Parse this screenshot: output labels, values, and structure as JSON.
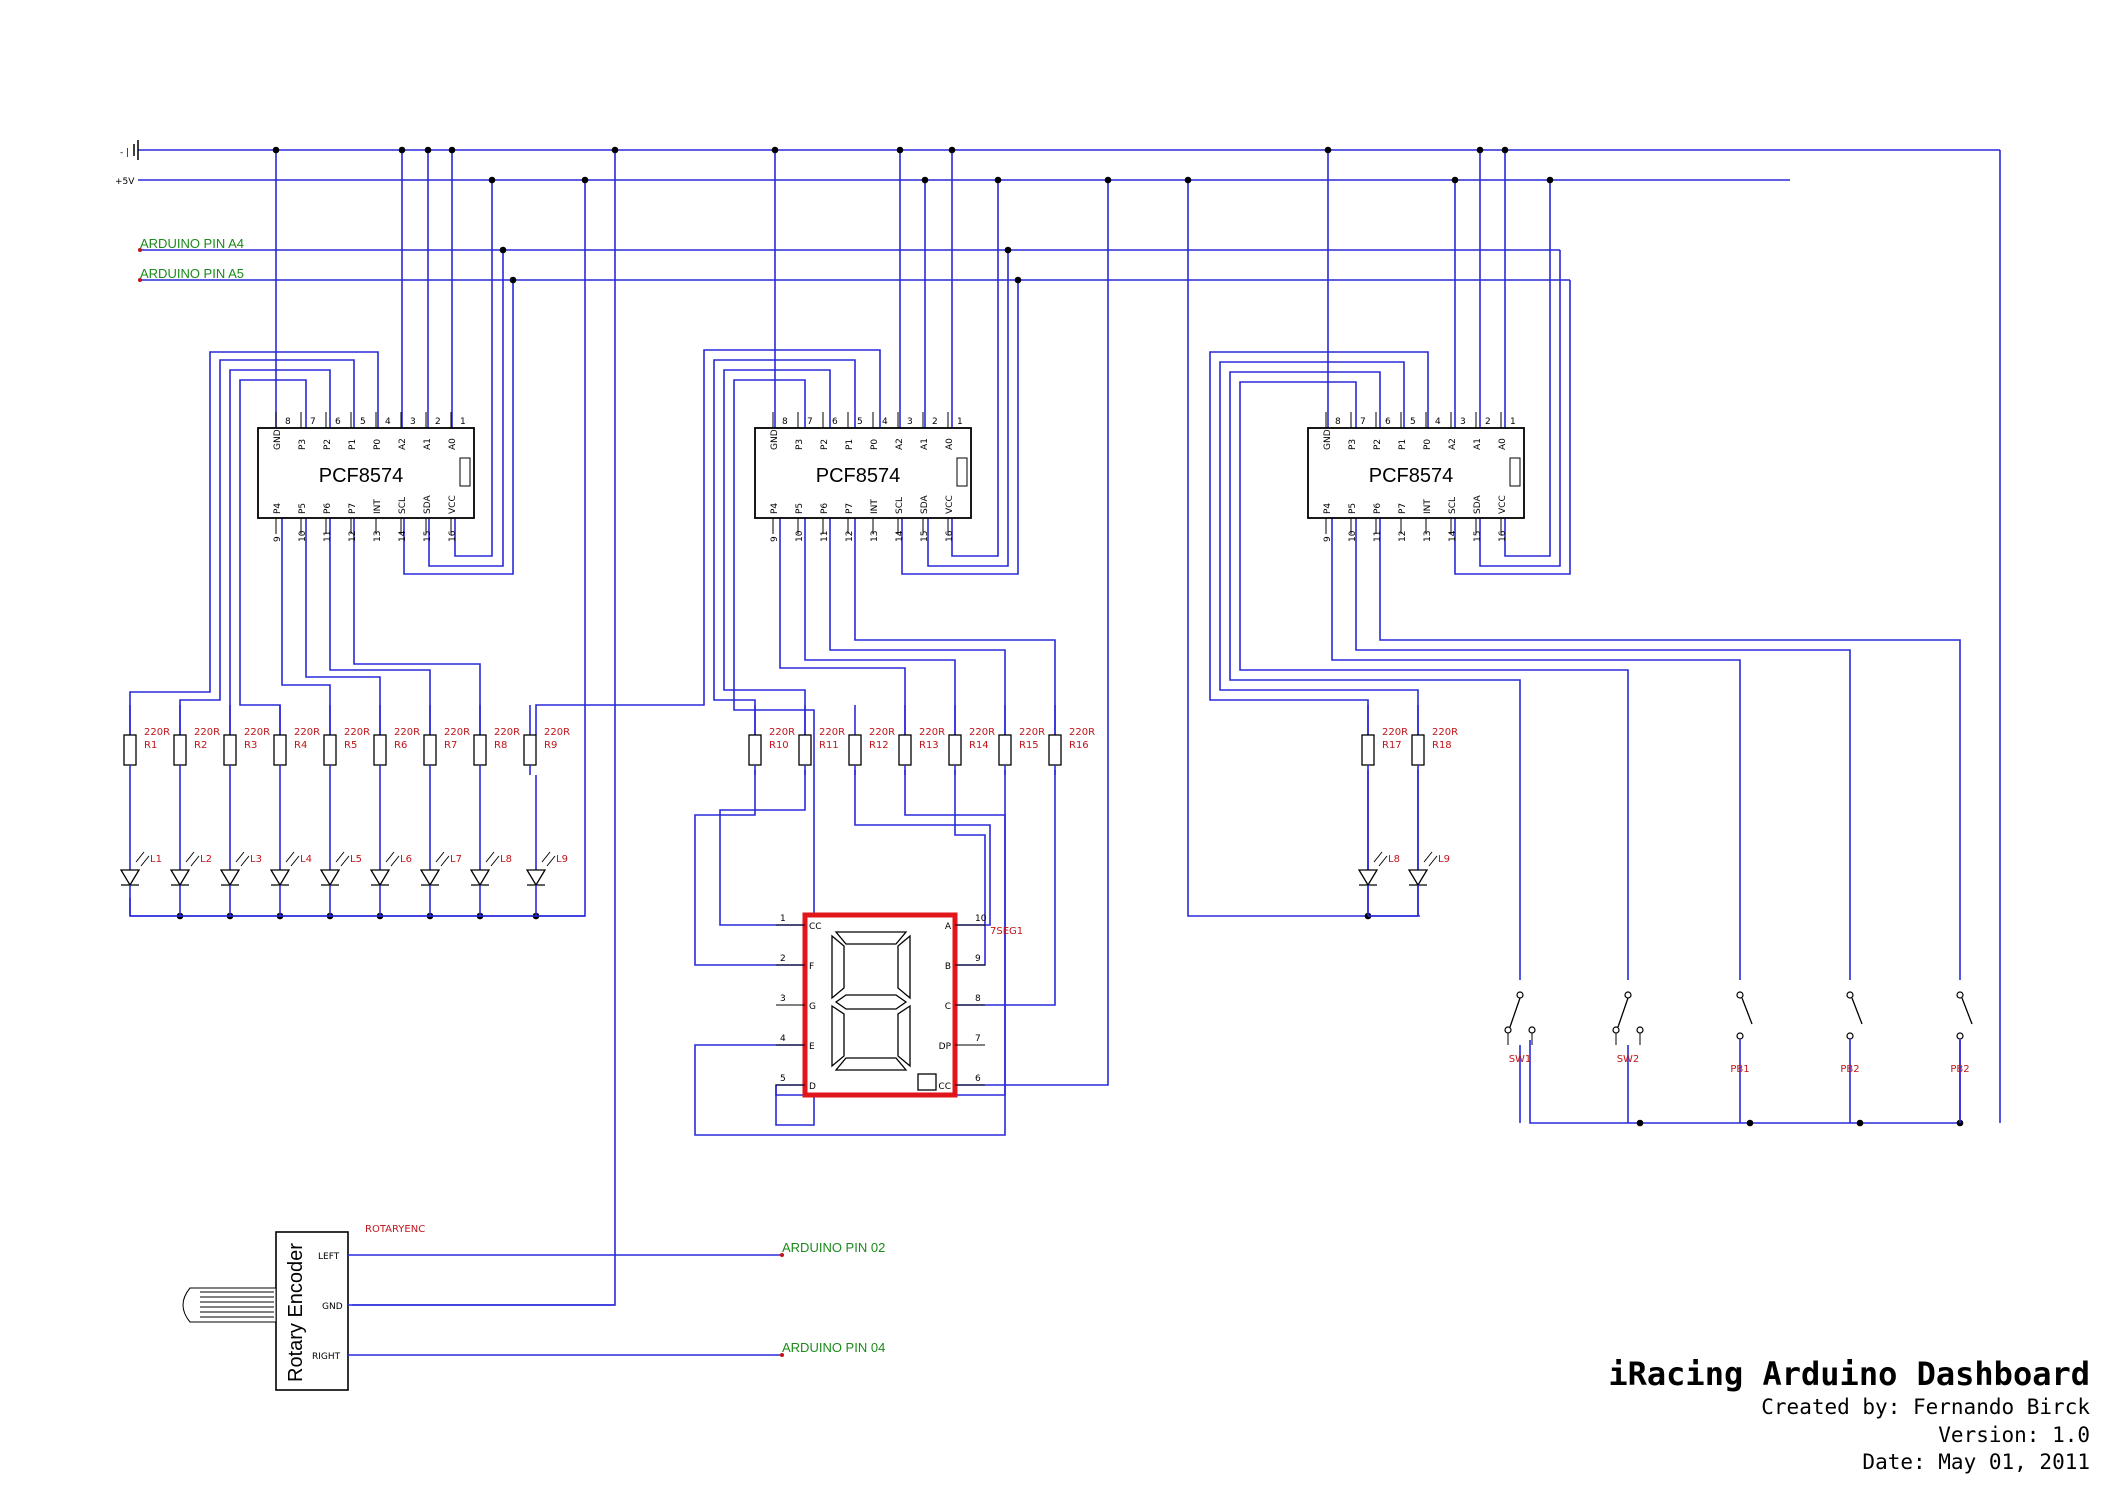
{
  "rails": {
    "gnd_label": "- |",
    "vcc_label": "+5V"
  },
  "nets": {
    "a4": "ARDUINO PIN A4",
    "a5": "ARDUINO PIN A5",
    "pin02": "ARDUINO PIN 02",
    "pin04": "ARDUINO PIN 04"
  },
  "ics": [
    {
      "name": "PCF8574",
      "top_pins": [
        [
          "GND",
          "8"
        ],
        [
          "P3",
          "7"
        ],
        [
          "P2",
          "6"
        ],
        [
          "P1",
          "5"
        ],
        [
          "P0",
          "4"
        ],
        [
          "A2",
          "3"
        ],
        [
          "A1",
          "2"
        ],
        [
          "A0",
          "1"
        ]
      ],
      "bottom_pins": [
        [
          "P4",
          "9"
        ],
        [
          "P5",
          "10"
        ],
        [
          "P6",
          "11"
        ],
        [
          "P7",
          "12"
        ],
        [
          "INT",
          "13"
        ],
        [
          "SCL",
          "14"
        ],
        [
          "SDA",
          "15"
        ],
        [
          "VCC",
          "16"
        ]
      ]
    },
    {
      "name": "PCF8574",
      "top_pins": [
        [
          "GND",
          "8"
        ],
        [
          "P3",
          "7"
        ],
        [
          "P2",
          "6"
        ],
        [
          "P1",
          "5"
        ],
        [
          "P0",
          "4"
        ],
        [
          "A2",
          "3"
        ],
        [
          "A1",
          "2"
        ],
        [
          "A0",
          "1"
        ]
      ],
      "bottom_pins": [
        [
          "P4",
          "9"
        ],
        [
          "P5",
          "10"
        ],
        [
          "P6",
          "11"
        ],
        [
          "P7",
          "12"
        ],
        [
          "INT",
          "13"
        ],
        [
          "SCL",
          "14"
        ],
        [
          "SDA",
          "15"
        ],
        [
          "VCC",
          "16"
        ]
      ]
    },
    {
      "name": "PCF8574",
      "top_pins": [
        [
          "GND",
          "8"
        ],
        [
          "P3",
          "7"
        ],
        [
          "P2",
          "6"
        ],
        [
          "P1",
          "5"
        ],
        [
          "P0",
          "4"
        ],
        [
          "A2",
          "3"
        ],
        [
          "A1",
          "2"
        ],
        [
          "A0",
          "1"
        ]
      ],
      "bottom_pins": [
        [
          "P4",
          "9"
        ],
        [
          "P5",
          "10"
        ],
        [
          "P6",
          "11"
        ],
        [
          "P7",
          "12"
        ],
        [
          "INT",
          "13"
        ],
        [
          "SCL",
          "14"
        ],
        [
          "SDA",
          "15"
        ],
        [
          "VCC",
          "16"
        ]
      ]
    }
  ],
  "resistors": [
    {
      "value": "220R",
      "ref": "R1"
    },
    {
      "value": "220R",
      "ref": "R2"
    },
    {
      "value": "220R",
      "ref": "R3"
    },
    {
      "value": "220R",
      "ref": "R4"
    },
    {
      "value": "220R",
      "ref": "R5"
    },
    {
      "value": "220R",
      "ref": "R6"
    },
    {
      "value": "220R",
      "ref": "R7"
    },
    {
      "value": "220R",
      "ref": "R8"
    },
    {
      "value": "220R",
      "ref": "R9"
    },
    {
      "value": "220R",
      "ref": "R10"
    },
    {
      "value": "220R",
      "ref": "R11"
    },
    {
      "value": "220R",
      "ref": "R12"
    },
    {
      "value": "220R",
      "ref": "R13"
    },
    {
      "value": "220R",
      "ref": "R14"
    },
    {
      "value": "220R",
      "ref": "R15"
    },
    {
      "value": "220R",
      "ref": "R16"
    },
    {
      "value": "220R",
      "ref": "R17"
    },
    {
      "value": "220R",
      "ref": "R18"
    }
  ],
  "leds": [
    "L1",
    "L2",
    "L3",
    "L4",
    "L5",
    "L6",
    "L7",
    "L8",
    "L9",
    "L8",
    "L9"
  ],
  "seven_seg": {
    "ref": "7SEG1",
    "left_pins": [
      [
        "1",
        "CC"
      ],
      [
        "2",
        "F"
      ],
      [
        "3",
        "G"
      ],
      [
        "4",
        "E"
      ],
      [
        "5",
        "D"
      ]
    ],
    "right_pins": [
      [
        "10",
        "A"
      ],
      [
        "9",
        "B"
      ],
      [
        "8",
        "C"
      ],
      [
        "7",
        "DP"
      ],
      [
        "6",
        "CC"
      ]
    ],
    "color": "#e0161a"
  },
  "switches": [
    "SW1",
    "SW2",
    "PB1",
    "PB2",
    "PB2"
  ],
  "encoder": {
    "ref": "ROTARYENC",
    "label": "Rotary Encoder",
    "pins": [
      "LEFT",
      "GND",
      "RIGHT"
    ]
  },
  "title_block": {
    "title": "iRacing Arduino Dashboard",
    "created": "Created by: Fernando Birck",
    "version": "Version: 1.0",
    "date": "Date: May 01, 2011"
  },
  "colors": {
    "wire": "#2a2adb",
    "net_label": "#1b8a1b",
    "ref": "#c0141a"
  }
}
